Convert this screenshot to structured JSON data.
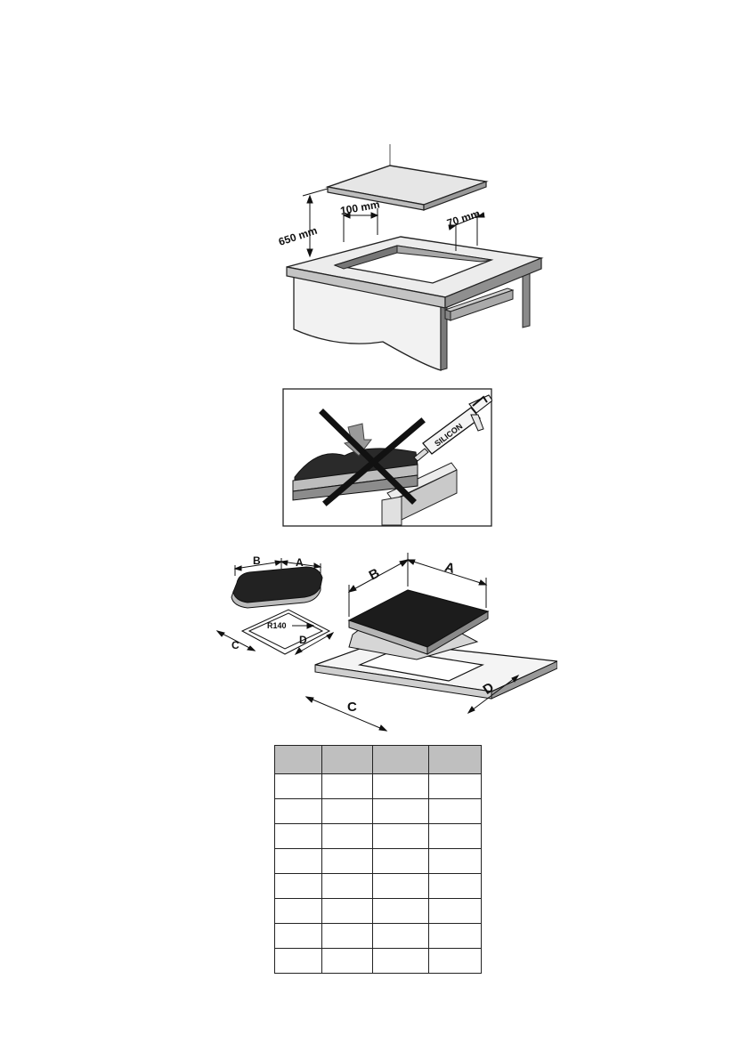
{
  "install_figure": {
    "height_label": "650 mm",
    "front_gap_label": "100 mm",
    "side_gap_label": "70 mm"
  },
  "silicon_figure": {
    "cartridge_label": "SILICON",
    "crossed_out": true
  },
  "dimensions_figure": {
    "label_a": "A",
    "label_b": "B",
    "label_c": "C",
    "label_d": "D",
    "radius_label": "R140"
  },
  "dimensions_table": {
    "header_fill": "#bfbfbf",
    "columns": 4,
    "header": [
      "",
      "",
      "",
      ""
    ],
    "rows": [
      [
        "",
        "",
        "",
        ""
      ],
      [
        "",
        "",
        "",
        ""
      ],
      [
        "",
        "",
        "",
        ""
      ],
      [
        "",
        "",
        "",
        ""
      ],
      [
        "",
        "",
        "",
        ""
      ],
      [
        "",
        "",
        "",
        ""
      ],
      [
        "",
        "",
        "",
        ""
      ],
      [
        "",
        "",
        "",
        ""
      ]
    ]
  }
}
